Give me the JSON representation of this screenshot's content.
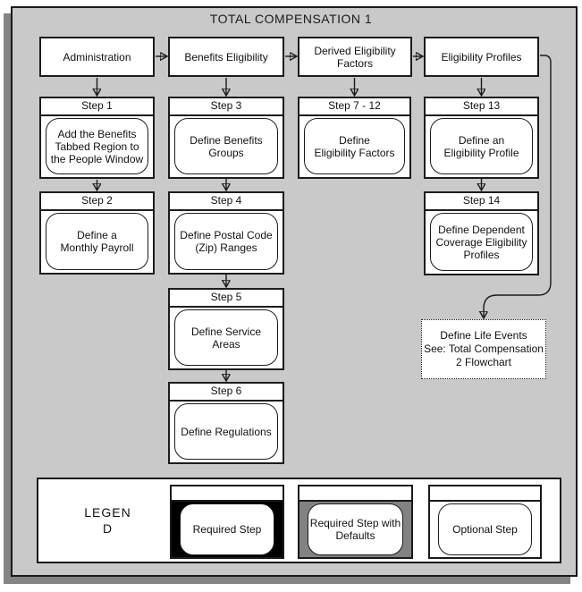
{
  "title": "TOTAL COMPENSATION 1",
  "colors": {
    "panel_background": "#c9c9c9",
    "panel_shadow": "#848484",
    "required_fill": "#000000",
    "required_defaults_fill": "#828282",
    "optional_fill": "#ffffff",
    "line": "#1a1a1a"
  },
  "phases": [
    {
      "label": "Administration"
    },
    {
      "label": "Benefits Eligibility"
    },
    {
      "label": "Derived Eligibility\nFactors"
    },
    {
      "label": "Eligibility Profiles"
    }
  ],
  "steps": [
    {
      "header": "Step 1",
      "body": "Add the Benefits\nTabbed Region to\nthe People Window"
    },
    {
      "header": "Step 2",
      "body": "Define a\nMonthly Payroll"
    },
    {
      "header": "Step 3",
      "body": "Define Benefits\nGroups"
    },
    {
      "header": "Step 4",
      "body": "Define Postal Code\n(Zip) Ranges"
    },
    {
      "header": "Step 5",
      "body": "Define Service\nAreas"
    },
    {
      "header": "Step 6",
      "body": "Define Regulations"
    },
    {
      "header": "Step 7 - 12",
      "body": "Define\nEligibility Factors"
    },
    {
      "header": "Step 13",
      "body": "Define an\nEligibility Profile"
    },
    {
      "header": "Step 14",
      "body": "Define Dependent\nCoverage Eligibility\nProfiles"
    }
  ],
  "life_events_note": "Define Life Events\nSee: Total Compensation\n2 Flowchart",
  "legend": {
    "title": "LEGEN\nD",
    "items": [
      {
        "label": "Required Step"
      },
      {
        "label": "Required Step with\nDefaults"
      },
      {
        "label": "Optional Step"
      }
    ]
  }
}
